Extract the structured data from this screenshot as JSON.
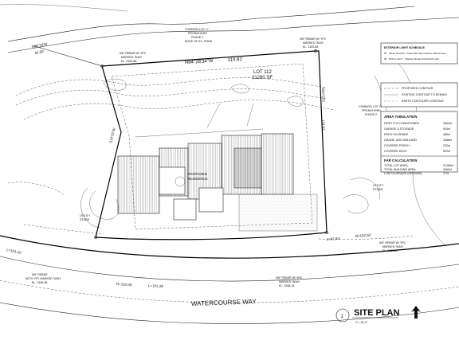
{
  "plan": {
    "title": "SITE PLAN",
    "scale": "1\"= 10'-0\"",
    "number": "1"
  },
  "labels": {
    "common_lot_top": [
      "COMMON LOT 'C'",
      "PRONGHORN",
      "PHASE 2"
    ],
    "edge_pond": "EDGE OF EX. POND",
    "bearing_top_left": "N84°23'W",
    "bearing_top_left_len": "62.00'",
    "bearing_top": "N84°28'34\"W",
    "bearing_top_len": "119.81'",
    "rebar_top": [
      "5/8\" REBAR W/ YPC",
      "MARKED 'W&H'",
      "EL. 3163.88"
    ],
    "rebar_top_left": [
      "5/8\" REBAR W/ YPC",
      "MARKED 'W&H'",
      "EL. 3163.88"
    ],
    "lot": "LOT 112",
    "lot_area": "21280 SF",
    "common_lot_right": [
      "COMMON LOT 'C'",
      "PRONGHORN",
      "PHASE 2"
    ],
    "bearing_right": "S04°02'E",
    "bearing_right_len": "173.91'",
    "bearing_left": "S14°07'W",
    "proposed": [
      "PROPOSED",
      "RESIDENCE"
    ],
    "utility_left": [
      "UTILITY",
      "STUBS"
    ],
    "utility_right": [
      "UTILITY",
      "STUBS"
    ],
    "rebar_bottom_left": [
      "5/8\" REBAR",
      "WITH YPC MARKED 'W&H'",
      "EL. 3165.35"
    ],
    "rebar_bottom_mid": [
      "5/8\" REBAR W/ YPC",
      "MARKED 'W&H'",
      "EL. 3168.15"
    ],
    "rebar_bottom_right": [
      "5/8\" REBAR W/ YPC",
      "MARKED 'W&H'",
      "EL. 3165.82"
    ],
    "curve_left": "R=152.00'",
    "curve_len": "L=141.34'",
    "curve_right": "R=152.50'",
    "curve_right_len": "L=67.83'",
    "curve_left_bottom": "L=101.42'",
    "street": "WATERCOURSE WAY"
  },
  "legend": {
    "exterior_title": "EXTERIOR LIGHT SCHEDULE",
    "exterior_items": [
      {
        "sym": "⊕",
        "text": "WALL LIGHTS - False Dark Sky Outdoor Wall Sconce"
      },
      {
        "sym": "⊗",
        "text": "PATH LIGHT - Shadow Shade Small Path Light"
      }
    ],
    "contour_items": [
      "PROPOSED CONTOUR",
      "EXISTING CONTOUR TO REMAIN",
      "EARTH CONTOURS CONTOUR"
    ],
    "area_title": "AREA TABULATION",
    "area_items": [
      {
        "k": "FIRST FLR CONDITIONED",
        "v": "3463sf"
      },
      {
        "k": "GARAGE & STORAGE",
        "v": "934sf"
      },
      {
        "k": "PATIO ON GRADE",
        "v": "489sf"
      },
      {
        "k": "GRAVEL AND WALKWAY",
        "v": "1088sf"
      },
      {
        "k": "COVERED PORCH",
        "v": "232sf"
      },
      {
        "k": "COVERED DECK",
        "v": "520sf"
      }
    ],
    "far_title": "FAR CALCULATION",
    "far_items": [
      {
        "k": "TOTAL LOT AREA",
        "v": "21280sf"
      },
      {
        "k": "TOTAL BUILDING AREA",
        "v": "3463sf"
      },
      {
        "k": "LOT COVERAGE (GROUND)",
        "v": "17%"
      }
    ]
  }
}
